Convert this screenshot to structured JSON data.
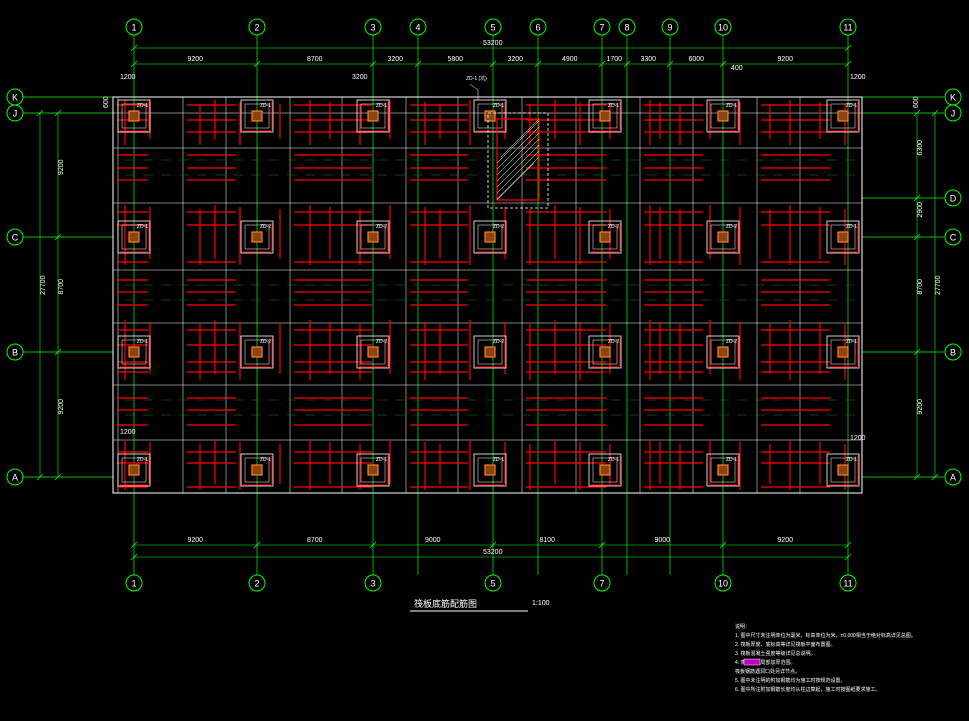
{
  "drawing": {
    "title": "筏板底筋配筋图",
    "scale": "1:100",
    "notes_title": "说明：",
    "notes": [
      "1. 图中尺寸未注明单位为毫米，标高单位为米，±0.000相当于绝对标高详见总图。",
      "2. 筏板厚度、底标高等详见筏板平面布置图。",
      "3. 筏板混凝土强度等级详见总说明。",
      "4.         表示筏板局部加厚范围。",
      "   筏板钢筋遇洞口处另详节点。",
      "5. 图中未注明的附加钢筋均为施工时按规范设置。",
      "6. 图中所注附加钢筋长度均从柱边算起，施工时按图纸要求施工。"
    ]
  },
  "axes": {
    "columns": [
      "1",
      "2",
      "3",
      "4",
      "5",
      "6",
      "7",
      "8",
      "9",
      "10",
      "11"
    ],
    "bottom_columns": [
      "1",
      "2",
      "3",
      "5",
      "7",
      "10",
      "11"
    ],
    "rows_left": [
      "K",
      "J",
      "C",
      "B",
      "A"
    ],
    "rows_right": [
      "K",
      "J",
      "D",
      "C",
      "B",
      "A"
    ]
  },
  "dimensions": {
    "top_total": "53200",
    "top_segments": [
      "9200",
      "8700",
      "3200",
      "5800",
      "3200",
      "4900",
      "1700",
      "3300",
      "6000",
      "9200"
    ],
    "top_small": [
      "1200",
      "3200",
      "1200",
      "400"
    ],
    "bottom_total": "53200",
    "bottom_segments": [
      "9200",
      "8700",
      "9000",
      "8100",
      "9000",
      "9200"
    ],
    "left_total": "27700",
    "left_segments": [
      "9200",
      "8700",
      "9200"
    ],
    "left_small": "600",
    "right_total": "27700",
    "right_segments": [
      "6300",
      "2900",
      "8700",
      "9200"
    ],
    "right_small": "600",
    "corner_small": [
      "1200",
      "1200",
      "1200",
      "1200"
    ]
  },
  "footings": {
    "labels_row_top": [
      "ZD-1",
      "ZD-1",
      "ZD-1",
      "ZD-1",
      "ZD-1",
      "ZD-1",
      "ZD-1"
    ],
    "labels_row_c": [
      "ZD-1",
      "ZD-2",
      "ZD-2",
      "ZD-2",
      "ZD-2",
      "ZD-2",
      "ZD-1"
    ],
    "labels_row_b": [
      "ZD-1",
      "ZD-2",
      "ZD-2",
      "ZD-2",
      "ZD-2",
      "ZD-2",
      "ZD-1"
    ],
    "labels_row_a": [
      "ZD-1",
      "ZD-1",
      "ZD-1",
      "ZD-1",
      "ZD-1",
      "ZD-1",
      "ZD-1"
    ],
    "pit_label": "ZD-1 (坑)"
  },
  "colors": {
    "background": "#000000",
    "grid_axis": "#00ff00",
    "rebar": "#ff0000",
    "outline": "#ffffff",
    "column": "#ff7f27",
    "column_fill": "#8b4513",
    "accent_text": "#00ffff",
    "hatch": "#ffff00",
    "legend_box": "#c000c0"
  }
}
